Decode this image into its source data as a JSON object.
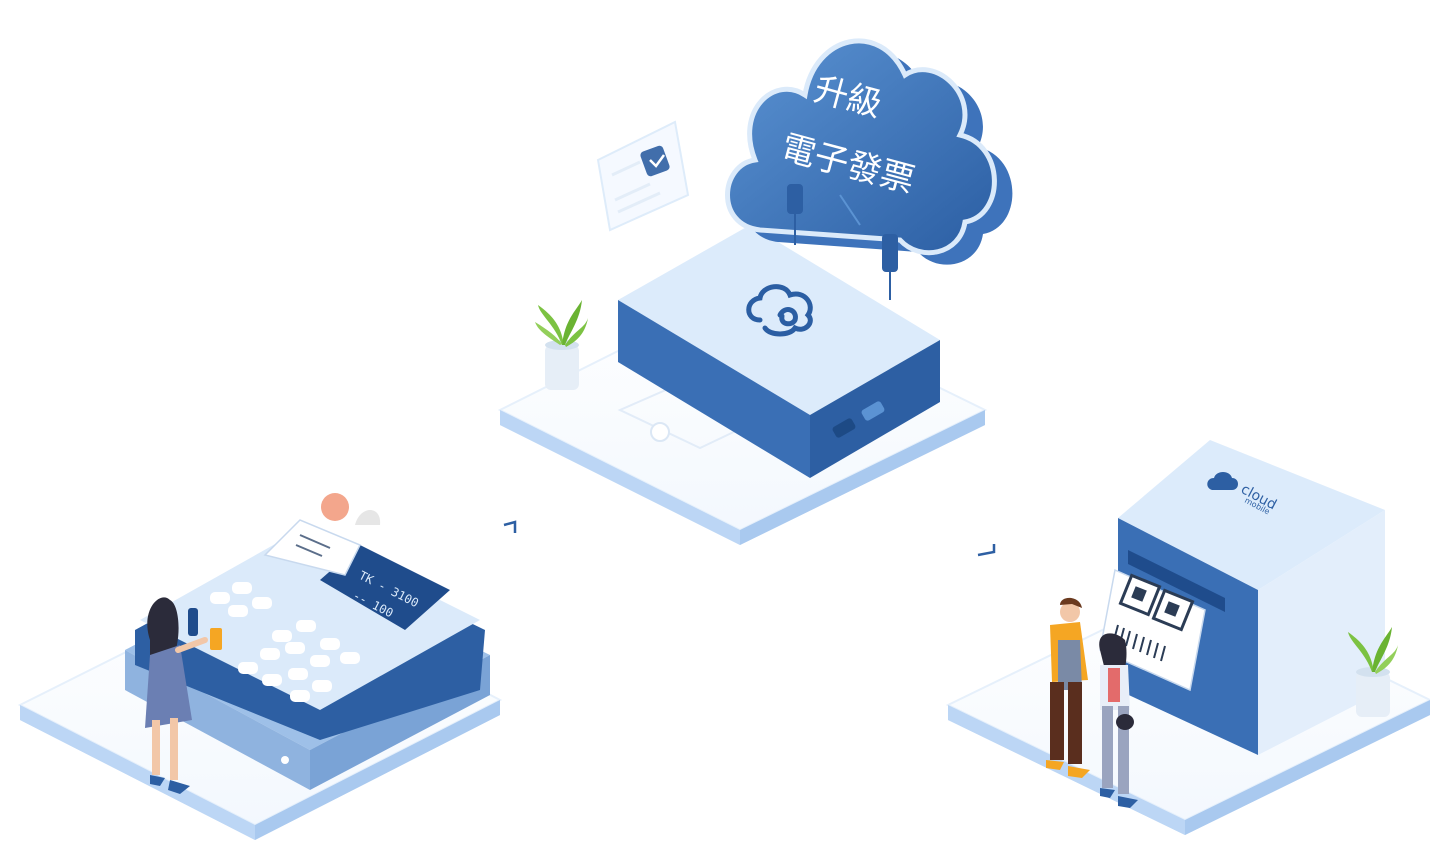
{
  "cloud": {
    "line1": "升級",
    "line2": "電子發票"
  },
  "register": {
    "display_line1": "TK - 3100",
    "display_line2": "--   100"
  },
  "kiosk": {
    "brand_name": "cloud",
    "brand_sub": "mobile"
  },
  "colors": {
    "primary": "#2d5fa3",
    "secondary": "#4a86cc",
    "light": "#dbeafa",
    "platform_edge": "#cde0f7",
    "accent_orange": "#f5a623",
    "plant": "#7cc242"
  }
}
